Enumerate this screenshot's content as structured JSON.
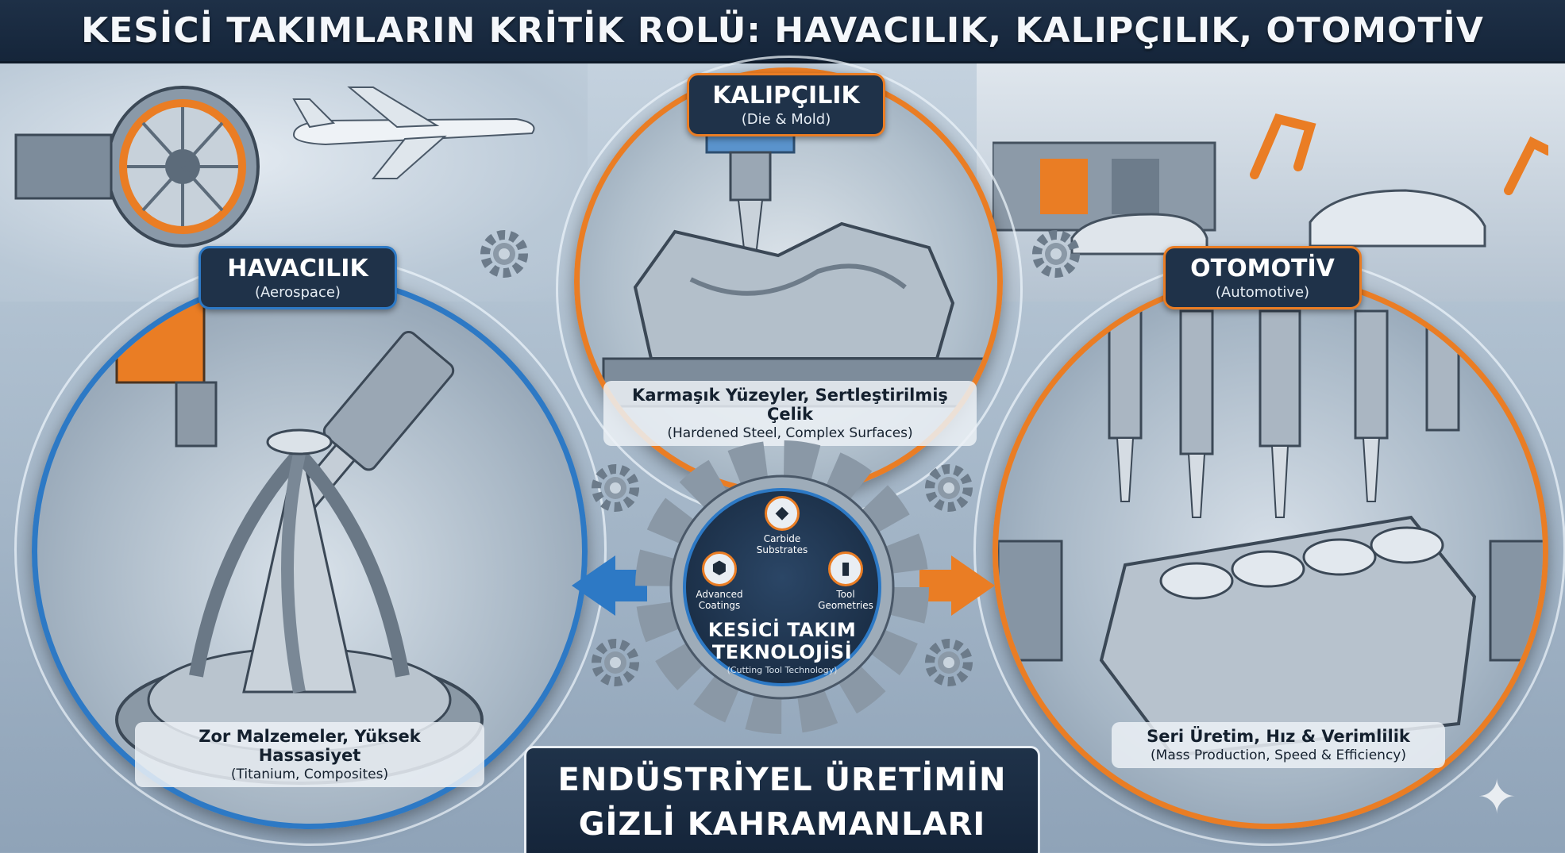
{
  "title": "KESİCİ TAKIMLARIN KRİTİK ROLÜ: HAVACILIK, KALIPÇILIK, OTOMOTİV",
  "categories": {
    "aerospace": {
      "label": "HAVACILIK",
      "sublabel": "(Aerospace)",
      "caption": "Zor Malzemeler, Yüksek Hassasiyet",
      "caption_sub": "(Titanium, Composites)"
    },
    "mold": {
      "label": "KALIPÇILIK",
      "sublabel": "(Die & Mold)",
      "caption": "Karmaşık Yüzeyler, Sertleştirilmiş Çelik",
      "caption_sub": "(Hardened Steel, Complex Surfaces)"
    },
    "automotive": {
      "label": "OTOMOTİV",
      "sublabel": "(Automotive)",
      "caption": "Seri Üretim, Hız & Verimlilik",
      "caption_sub": "(Mass Production, Speed & Efficiency)"
    }
  },
  "center": {
    "items": [
      {
        "label": "Advanced Coatings",
        "icon": "coating-icon"
      },
      {
        "label": "Carbide Substrates",
        "icon": "carbide-icon"
      },
      {
        "label": "Tool Geometries",
        "icon": "drill-bit-icon"
      }
    ],
    "title_line1": "KESİCİ TAKIM",
    "title_line2": "TEKNOLOJİSİ",
    "title_sub": "(Cutting Tool Technology)"
  },
  "banner": {
    "line1": "ENDÜSTRİYEL ÜRETİMİN",
    "line2": "GİZLİ KAHRAMANLARI"
  },
  "colors": {
    "accent_orange": "#ea7d24",
    "accent_blue": "#2d79c5",
    "navy": "#1f3249"
  }
}
